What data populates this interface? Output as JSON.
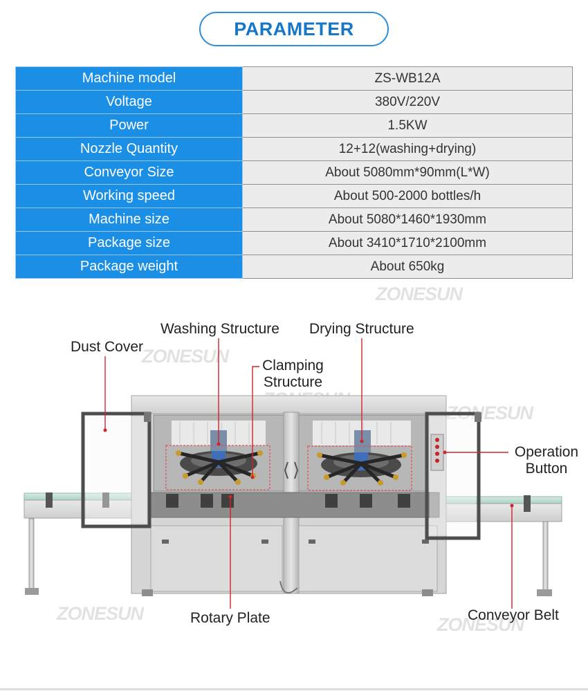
{
  "header": {
    "title": "PARAMETER"
  },
  "parameters": [
    {
      "label": "Machine model",
      "value": "ZS-WB12A"
    },
    {
      "label": "Voltage",
      "value": "380V/220V"
    },
    {
      "label": "Power",
      "value": "1.5KW"
    },
    {
      "label": "Nozzle Quantity",
      "value": "12+12(washing+drying)"
    },
    {
      "label": "Conveyor Size",
      "value": "About 5080mm*90mm(L*W)"
    },
    {
      "label": "Working speed",
      "value": "About 500-2000 bottles/h"
    },
    {
      "label": "Machine size",
      "value": "About 5080*1460*1930mm"
    },
    {
      "label": "Package size",
      "value": "About 3410*1710*2100mm"
    },
    {
      "label": "Package weight",
      "value": "About 650kg"
    }
  ],
  "watermark": "ZONESUN",
  "callouts": {
    "washing": "Washing Structure",
    "drying": "Drying Structure",
    "dust_cover": "Dust Cover",
    "clamping": "Clamping Structure",
    "operation": "Operation Button",
    "rotary": "Rotary Plate",
    "conveyor": "Conveyor Belt"
  },
  "colors": {
    "accent": "#1b8ee6",
    "callout_line": "#d0232b",
    "title": "#1677c8"
  }
}
